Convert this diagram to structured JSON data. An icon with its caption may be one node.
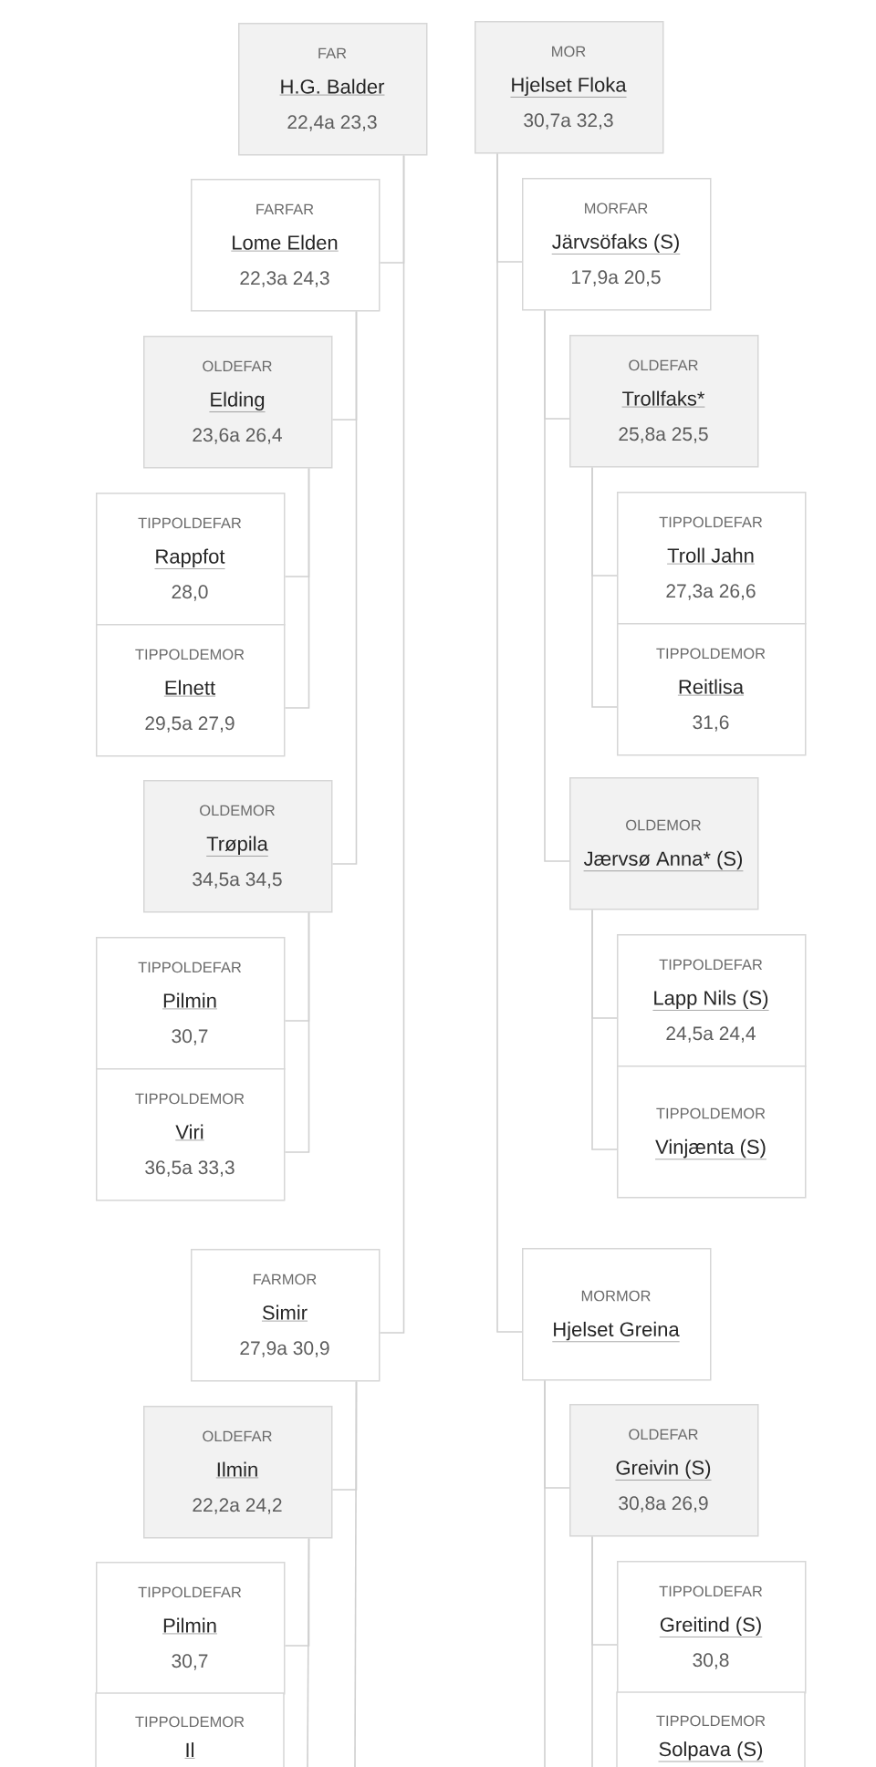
{
  "diagram": {
    "nodes": [
      {
        "text": [
          "FAR",
          "H.G. Balder",
          "22,4a 23,3"
        ]
      },
      {
        "text": [
          "MOR",
          "Hjelset Floka",
          "30,7a 32,3"
        ]
      },
      {
        "text": [
          "FARFAR",
          "Lome Elden",
          "22,3a 24,3"
        ]
      },
      {
        "text": [
          "MORFAR",
          "Järvsöfaks (S)",
          "17,9a 20,5"
        ]
      },
      {
        "text": [
          "OLDEFAR",
          "Elding",
          "23,6a 26,4"
        ]
      },
      {
        "text": [
          "OLDEFAR",
          "Trollfaks*",
          "25,8a 25,5"
        ]
      },
      {
        "text": [
          "TIPPOLDEFAR",
          "Rappfot",
          "28,0"
        ]
      },
      {
        "text": [
          "TIPPOLDEFAR",
          "Troll Jahn",
          "27,3a 26,6"
        ]
      },
      {
        "text": [
          "TIPPOLDEMOR",
          "Elnett",
          "29,5a 27,9"
        ]
      },
      {
        "text": [
          "TIPPOLDEMOR",
          "Reitlisa",
          "31,6"
        ]
      },
      {
        "text": [
          "OLDEMOR",
          "Trøpila",
          "34,5a 34,5"
        ]
      },
      {
        "text": [
          "OLDEMOR",
          "Jærvsø Anna* (S)"
        ]
      },
      {
        "text": [
          "TIPPOLDEFAR",
          "Pilmin",
          "30,7"
        ]
      },
      {
        "text": [
          "TIPPOLDEFAR",
          "Lapp Nils (S)",
          "24,5a 24,4"
        ]
      },
      {
        "text": [
          "TIPPOLDEMOR",
          "Viri",
          "36,5a 33,3"
        ]
      },
      {
        "text": [
          "TIPPOLDEMOR",
          "Vinjænta (S)"
        ]
      },
      {
        "text": [
          "FARMOR",
          "Simir",
          "27,9a 30,9"
        ]
      },
      {
        "text": [
          "MORMOR",
          "Hjelset Greina"
        ]
      },
      {
        "text": [
          "OLDEFAR",
          "Ilmin",
          "22,2a 24,2"
        ]
      },
      {
        "text": [
          "OLDEFAR",
          "Greivin (S)",
          "30,8a 26,9"
        ]
      },
      {
        "text": [
          "TIPPOLDEFAR",
          "Pilmin",
          "30,7"
        ]
      },
      {
        "text": [
          "TIPPOLDEFAR",
          "Greitind (S)",
          "30,8"
        ]
      },
      {
        "text": [
          "TIPPOLDEMOR",
          "Il"
        ]
      },
      {
        "text": [
          "TIPPOLDEMOR",
          "Solpava (S)"
        ]
      }
    ],
    "edges": [
      {
        "from": 0,
        "to": 2,
        "arrow": "none"
      },
      {
        "from": 0,
        "to": 16,
        "arrow": "none"
      },
      {
        "from": 1,
        "to": 3,
        "arrow": "none"
      },
      {
        "from": 1,
        "to": 17,
        "arrow": "none"
      },
      {
        "from": 2,
        "to": 4,
        "arrow": "none"
      },
      {
        "from": 2,
        "to": 10,
        "arrow": "none"
      },
      {
        "from": 3,
        "to": 5,
        "arrow": "none"
      },
      {
        "from": 3,
        "to": 11,
        "arrow": "none"
      },
      {
        "from": 4,
        "to": 6,
        "arrow": "none"
      },
      {
        "from": 4,
        "to": 8,
        "arrow": "none"
      },
      {
        "from": 5,
        "to": 7,
        "arrow": "none"
      },
      {
        "from": 5,
        "to": 9,
        "arrow": "none"
      },
      {
        "from": 10,
        "to": 12,
        "arrow": "none"
      },
      {
        "from": 10,
        "to": 14,
        "arrow": "none"
      },
      {
        "from": 11,
        "to": 13,
        "arrow": "none"
      },
      {
        "from": 11,
        "to": 15,
        "arrow": "none"
      },
      {
        "from": 16,
        "to": 18,
        "arrow": "none"
      },
      {
        "from": 16,
        "to": null,
        "arrow": "none"
      },
      {
        "from": 17,
        "to": 19,
        "arrow": "none"
      },
      {
        "from": 17,
        "to": null,
        "arrow": "none"
      },
      {
        "from": 18,
        "to": 20,
        "arrow": "none"
      },
      {
        "from": 18,
        "to": null,
        "arrow": "none"
      },
      {
        "from": 19,
        "to": 21,
        "arrow": "none"
      },
      {
        "from": 19,
        "to": null,
        "arrow": "none"
      }
    ]
  }
}
